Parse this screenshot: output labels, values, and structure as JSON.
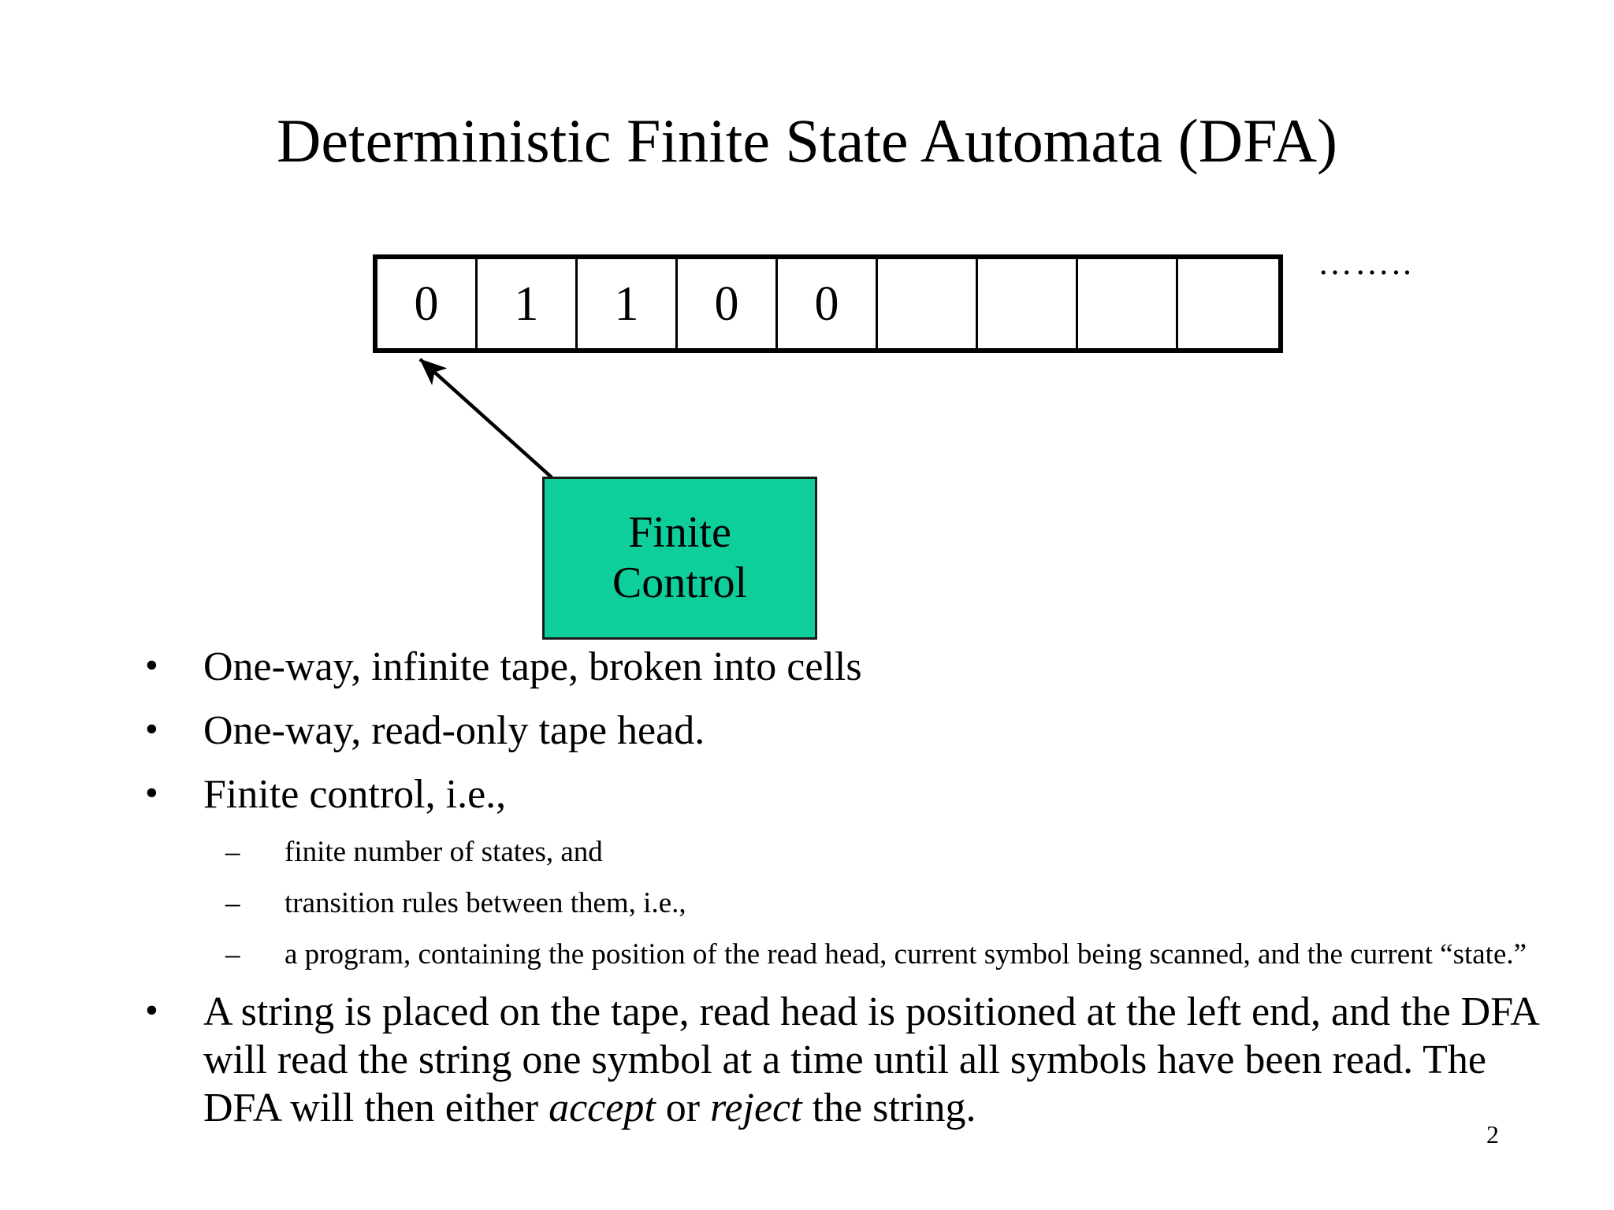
{
  "slide": {
    "title": "Deterministic Finite State Automata (DFA)",
    "page_number": "2",
    "background_color": "#ffffff",
    "text_color": "#000000"
  },
  "tape": {
    "cells": [
      "0",
      "1",
      "1",
      "0",
      "0",
      "",
      "",
      "",
      ""
    ],
    "ellipsis": "……..",
    "border_color": "#000000"
  },
  "finite_control": {
    "line1": "Finite",
    "line2": "Control",
    "fill_color": "#0ECF9C",
    "border_color": "#1a1a1a"
  },
  "arrow": {
    "label": "tape-head-arrow",
    "color": "#000000"
  },
  "bullets": {
    "marker_level1": "•",
    "marker_level2": "–",
    "items": [
      {
        "level": 1,
        "text": "One-way, infinite tape, broken into cells"
      },
      {
        "level": 1,
        "text": "One-way, read-only tape head."
      },
      {
        "level": 1,
        "text": "Finite control, i.e.,"
      },
      {
        "level": 2,
        "text": "finite number of states, and"
      },
      {
        "level": 2,
        "text": "transition rules between them, i.e.,"
      },
      {
        "level": 2,
        "text": "a program, containing the position of the read head, current symbol being scanned, and the current “state.”"
      }
    ],
    "final": {
      "part1": "A string is placed on the tape, read head is positioned at the left end, and the DFA will read the string one symbol at a time until all symbols have been read. The DFA will then either ",
      "emphasis1": "accept",
      "part2": " or ",
      "emphasis2": "reject",
      "part3": " the string."
    }
  }
}
